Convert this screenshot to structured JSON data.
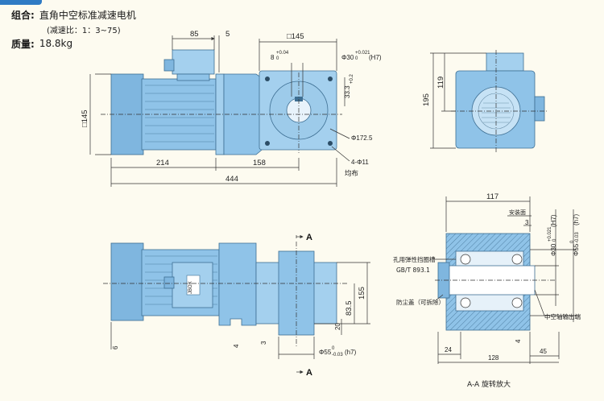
{
  "header": {
    "combo_label": "组合:",
    "combo_value": "直角中空标准减速电机",
    "ratio": "(减速比：1：3~75)",
    "mass_label": "质量:",
    "mass_value": "18.8kg"
  },
  "dims": {
    "d85": "85",
    "d5": "5",
    "d145top": "□145",
    "d8": "8",
    "d8tol": "+0.04",
    "d8tol2": "0",
    "d30": "Φ30",
    "d30tol": "+0.021",
    "d30tol2": "0",
    "h7": "(H7)",
    "d33": "33.3",
    "d33tol": "+0.2",
    "d33tol2": "0",
    "d145side": "□145",
    "d1725": "Φ172.5",
    "d411": "4-Φ11",
    "junbu": "均布",
    "d214": "214",
    "d158": "158",
    "d444": "444",
    "d119": "119",
    "d195": "195",
    "secA1": "A",
    "secA2": "A",
    "d155": "155",
    "d835": "83.5",
    "d20": "20",
    "d6": "6",
    "d4a": "4",
    "d3a": "3",
    "d55": "Φ55",
    "d55tol": "0",
    "d55tol2": "-0.03",
    "h7b": "(h7)",
    "d117": "117",
    "install": "安装面",
    "d3b": "3",
    "d30b": "Φ30",
    "d30btol": "+0.021",
    "d30btol2": "0",
    "h7c": "(H7)",
    "d55b": "Φ55",
    "d55btol": "0",
    "d55btol2": "-0.03",
    "h7d": "(h7)",
    "ring": "孔用弹性挡圈槽",
    "gb": "GB/T 893.1",
    "dust": "防尘盖（可拆除）",
    "outlet": "中空轴输出端",
    "d4b": "4",
    "d24": "24",
    "d45": "45",
    "d128": "128",
    "caption": "A-A 旋转放大",
    "jbox": "JBOX"
  }
}
